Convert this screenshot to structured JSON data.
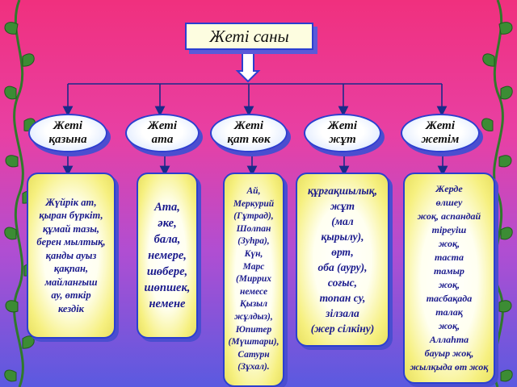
{
  "title": "Жеті саны",
  "categories": [
    {
      "heading": "Жеті\nқазына",
      "items": "Жүйрік ат,\nқыран бүркіт,\nқұмай тазы,\nберен мылтық,\nқанды ауыз\nқақпан,\nмайланғыш\nау, өткір\nкездік"
    },
    {
      "heading": "Жеті\nата",
      "items": "Ата,\nәке,\nбала,\nнемере,\nшөбере,\nшөпшек,\nнемене"
    },
    {
      "heading": "Жеті\nқат көк",
      "items": "Ай,\nМеркурий\n(Гұтрад),\nШолпан\n(Зуһра),\nКүн,\nМарс\n(Миррих\nнемесе\nҚызыл\nжұлдыз),\nЮпитер\n(Мүштари),\nСатурн\n(Зұхал)."
    },
    {
      "heading": "Жеті\nжұт",
      "items": "құрғақшылық,\nжұт\n(мал\nқырылу),\nөрт,\nоба (ауру),\nсоғыс,\nтопан су,\nзілзала\n(жер сілкіну)"
    },
    {
      "heading": "Жеті\nжетім",
      "items": "Жерде\nөлшеу\nжоқ, аспандай\nтіреуіш\nжоқ,\nтаста\nтамыр\nжоқ,\nтасбақада\nталақ\nжоқ,\nАллаһта\nбауыр жоқ,\nжылқыда өт жоқ"
    }
  ]
}
